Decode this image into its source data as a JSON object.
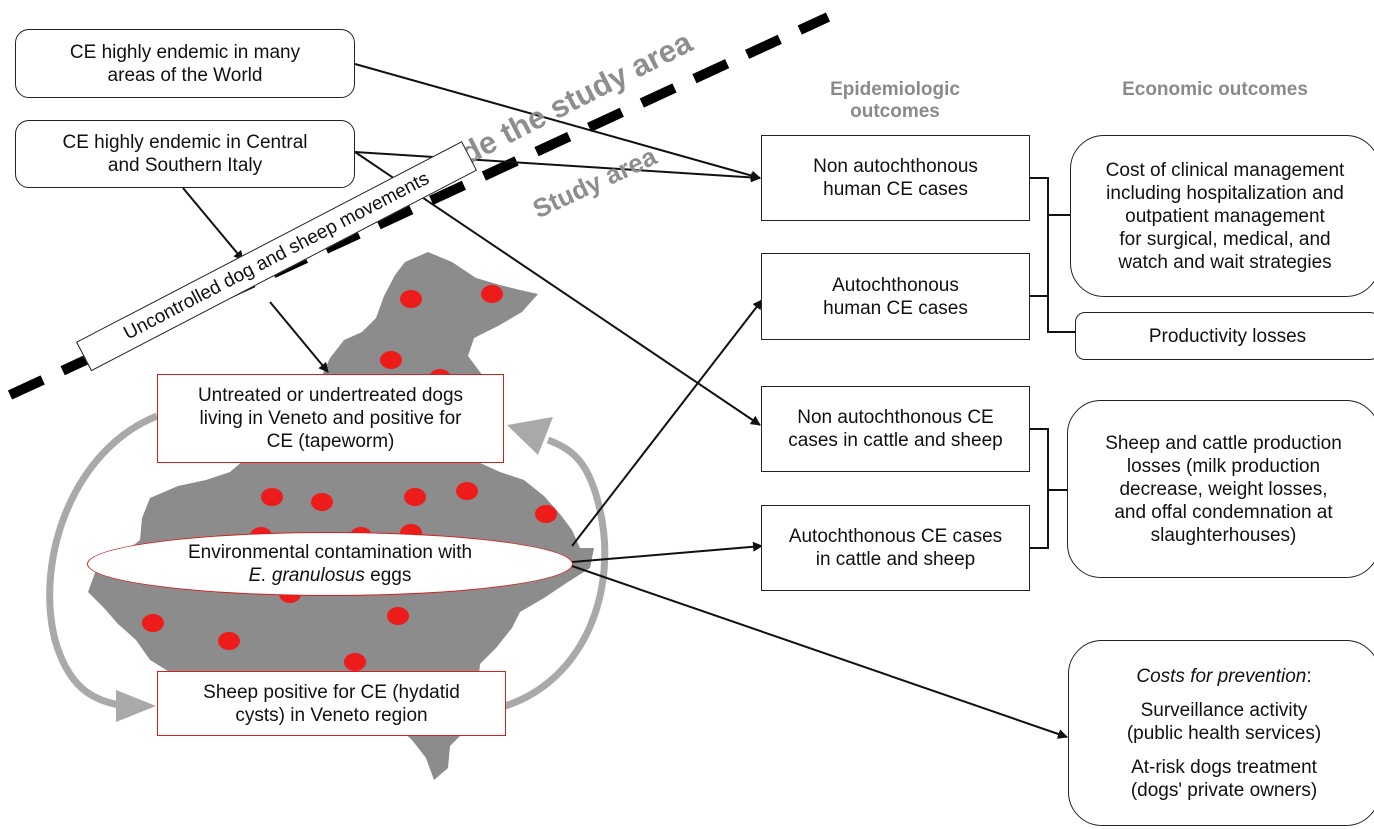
{
  "zones": {
    "outside": "Outside the study area",
    "inside": "Study area"
  },
  "headers": {
    "epidemiologic": [
      "Epidemiologic",
      "outcomes"
    ],
    "economic": "Economic outcomes"
  },
  "sources": {
    "world": [
      "CE highly endemic in many",
      "areas of the World"
    ],
    "italy": [
      "CE highly endemic in Central",
      "and Southern Italy"
    ],
    "movements": "Uncontrolled dog and sheep movements"
  },
  "cycle": {
    "dogs": [
      "Untreated or undertreated dogs",
      "living in Veneto and positive for",
      "CE (tapeworm)"
    ],
    "environment": {
      "line1": "Environmental contamination with",
      "species": "E. granulosus",
      "suffix": " eggs"
    },
    "sheep": [
      "Sheep positive for CE (hydatid",
      "cysts) in Veneto region"
    ]
  },
  "epi": {
    "non_auto_human": [
      "Non autochthonous",
      "human CE cases"
    ],
    "auto_human": [
      "Autochthonous",
      "human CE cases"
    ],
    "non_auto_animal": [
      "Non autochthonous CE",
      "cases in cattle and sheep"
    ],
    "auto_animal": [
      "Autochthonous CE cases",
      "in cattle and sheep"
    ]
  },
  "econ": {
    "clinical": [
      "Cost of clinical management",
      "including hospitalization and",
      "outpatient management",
      "for surgical, medical, and",
      "watch and wait strategies"
    ],
    "productivity": "Productivity losses",
    "production": [
      "Sheep and cattle production",
      "losses (milk production",
      "decrease, weight losses,",
      "and offal condemnation at",
      "slaughterhouses)"
    ],
    "prevention": {
      "title": "Costs for prevention",
      "title_suffix": ":",
      "item1": [
        "Surveillance activity",
        "(public health services)"
      ],
      "item2": [
        "At-risk dogs treatment",
        "(dogs' private owners)"
      ]
    }
  },
  "colors": {
    "map": "#8c8c8c",
    "dots": "#ee1b1b",
    "cycle_arrows": "#a9a9a9",
    "red_border": "#d62020",
    "header_gray": "#8a8a8a"
  }
}
